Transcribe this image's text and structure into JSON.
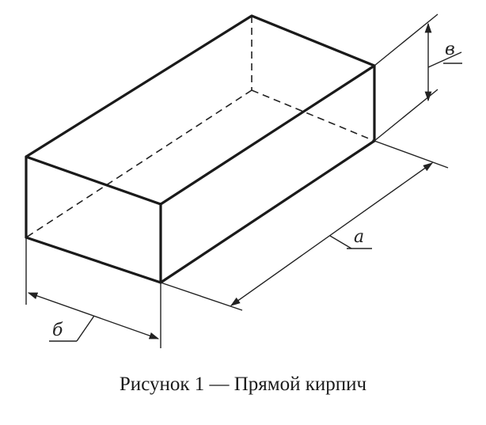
{
  "diagram": {
    "dimension_labels": {
      "length": "a",
      "width": "б",
      "height": "в"
    }
  },
  "caption": "Рисунок 1 — Прямой кирпич"
}
